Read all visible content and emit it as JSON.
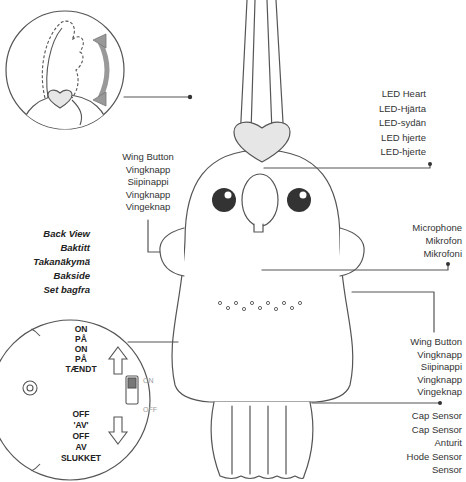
{
  "diagram": {
    "nodes": [
      {
        "text": [
          "ON",
          "PÅ",
          "ON",
          "PÅ",
          "TÆNDT",
          "OFF",
          "'AV'",
          "OFF",
          "AV",
          "SLUKKET",
          "ON",
          "OFF"
        ]
      }
    ],
    "labels": [
      "LED Heart",
      "LED-Hjärta",
      "LED-sydän",
      "LED hjerte",
      "LED-hjerte",
      "Microphone",
      "Mikrofon",
      "Mikrofoni",
      "Wing Button",
      "Vingknapp",
      "Siipinappi",
      "Vingknapp",
      "Vingeknap",
      "Back View",
      "Baktitt",
      "Takanäkymä",
      "Bakside",
      "Set bagfra",
      "Wing Button",
      "Vingknapp",
      "Siipinappi",
      "Vingknapp",
      "Vingeknap",
      "Cap Sensor",
      "Cap Sensor",
      "Anturit",
      "Hode Sensor",
      "Sensor"
    ]
  }
}
